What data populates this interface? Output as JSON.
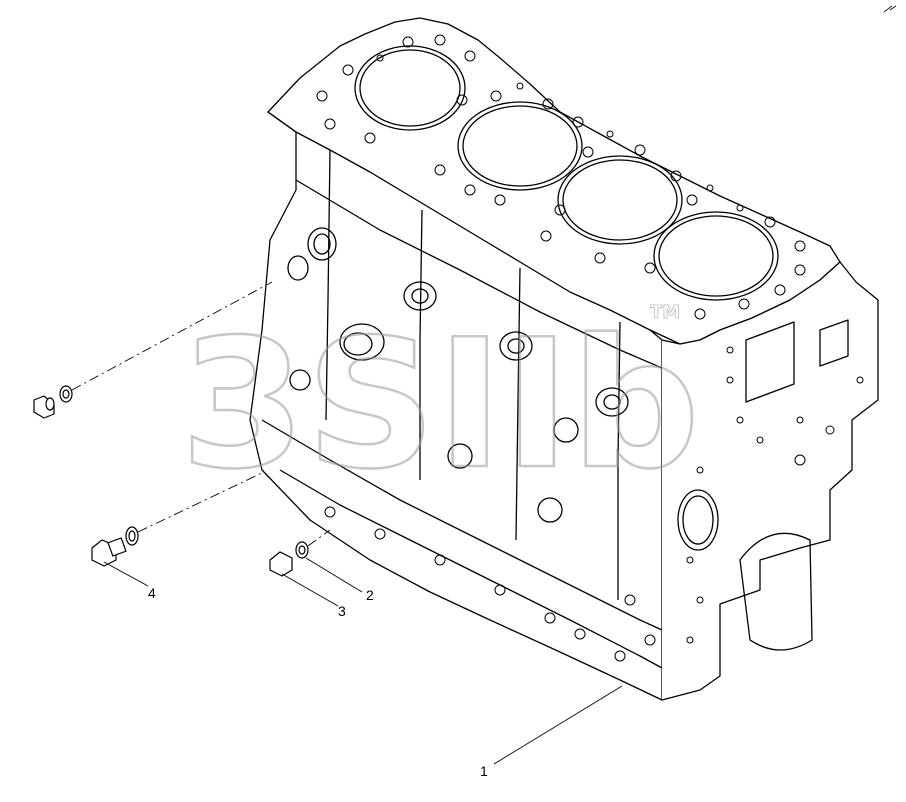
{
  "diagram": {
    "callouts": [
      {
        "id": "1",
        "label": "1"
      },
      {
        "id": "2",
        "label": "2"
      },
      {
        "id": "3",
        "label": "3"
      },
      {
        "id": "4",
        "label": "4"
      }
    ],
    "watermark": {
      "text": "3SIIb",
      "tm": "TM"
    },
    "colors": {
      "line": "#000000",
      "watermark": "#9a9a9a",
      "background": "#ffffff"
    }
  }
}
